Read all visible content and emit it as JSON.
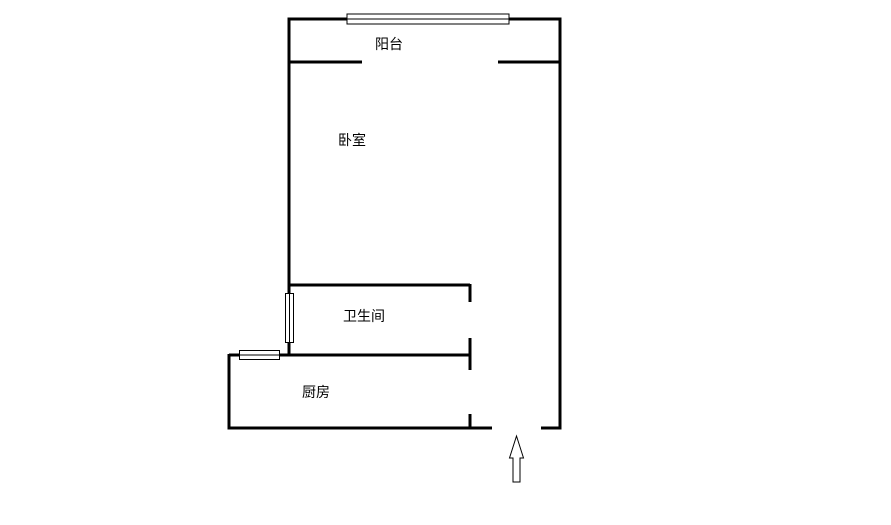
{
  "rooms": {
    "balcony": "阳台",
    "bedroom": "卧室",
    "bathroom": "卫生间",
    "kitchen": "厨房"
  },
  "icons": {
    "entrance": "entrance-arrow-icon"
  },
  "colors": {
    "wall": "#000000",
    "background": "#ffffff"
  }
}
